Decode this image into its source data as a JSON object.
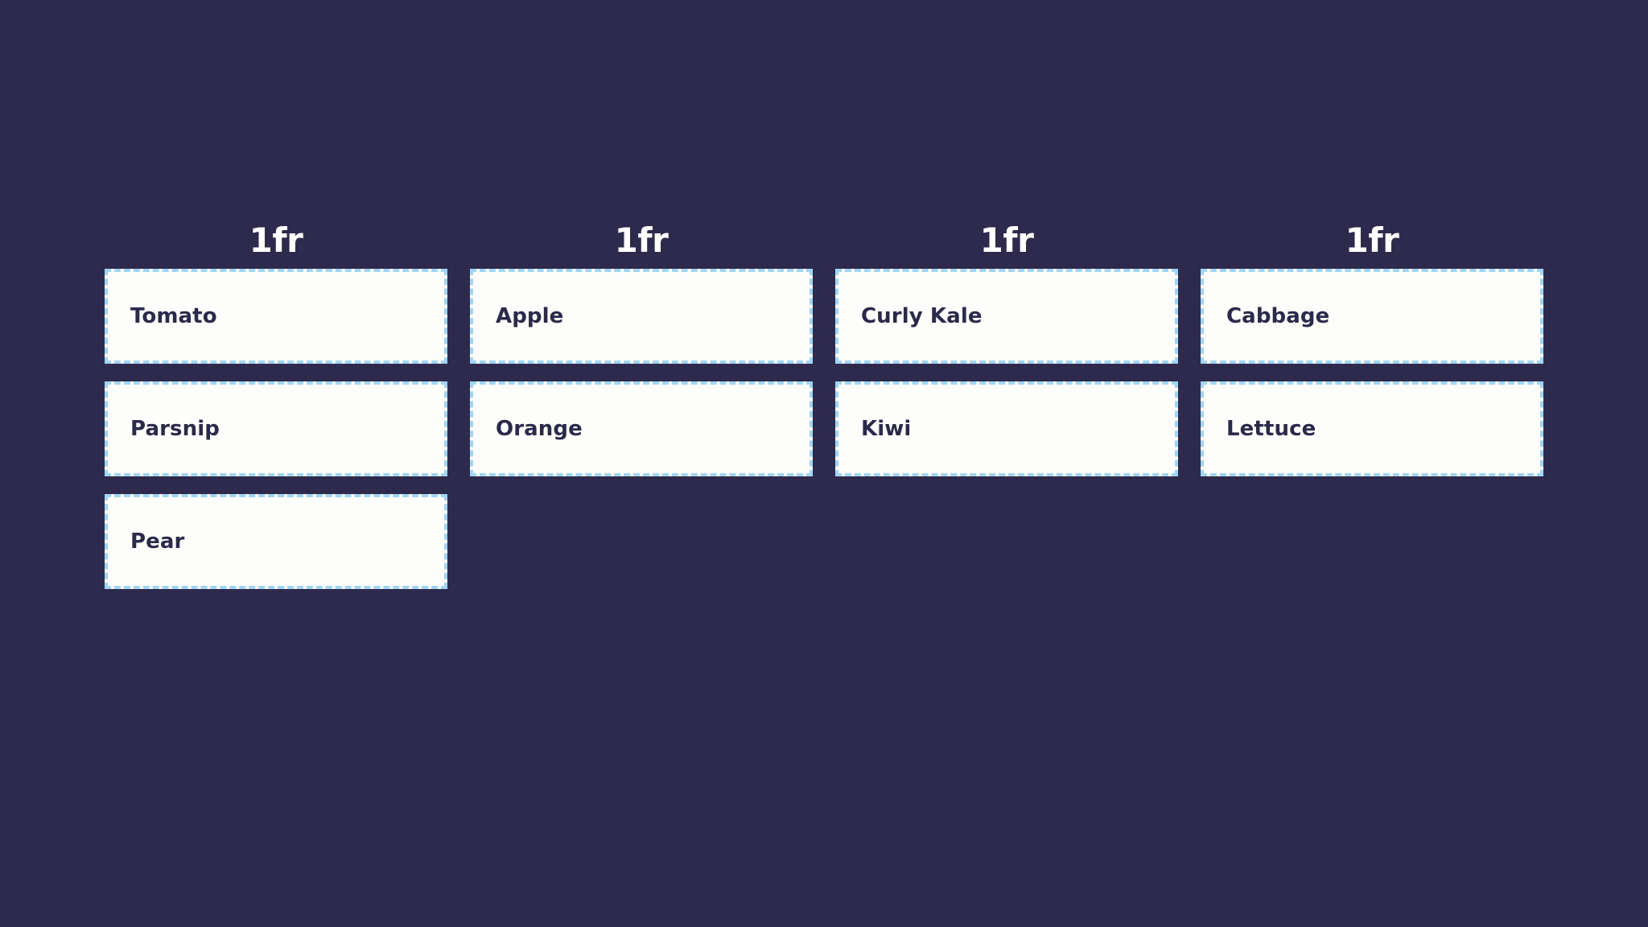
{
  "background_color": "#2e2a4d",
  "grid": {
    "column_count": 4,
    "track_labels": [
      {
        "text": "1fr"
      },
      {
        "text": "1fr"
      },
      {
        "text": "1fr"
      },
      {
        "text": "1fr"
      }
    ],
    "item_background": "#fdfdfb",
    "item_border_color": "#9fd6f5",
    "item_text_color": "#2b2a4c",
    "items": [
      {
        "label": "Tomato"
      },
      {
        "label": "Apple"
      },
      {
        "label": "Curly Kale"
      },
      {
        "label": "Cabbage"
      },
      {
        "label": "Parsnip"
      },
      {
        "label": "Orange"
      },
      {
        "label": "Kiwi"
      },
      {
        "label": "Lettuce"
      },
      {
        "label": "Pear"
      }
    ]
  }
}
